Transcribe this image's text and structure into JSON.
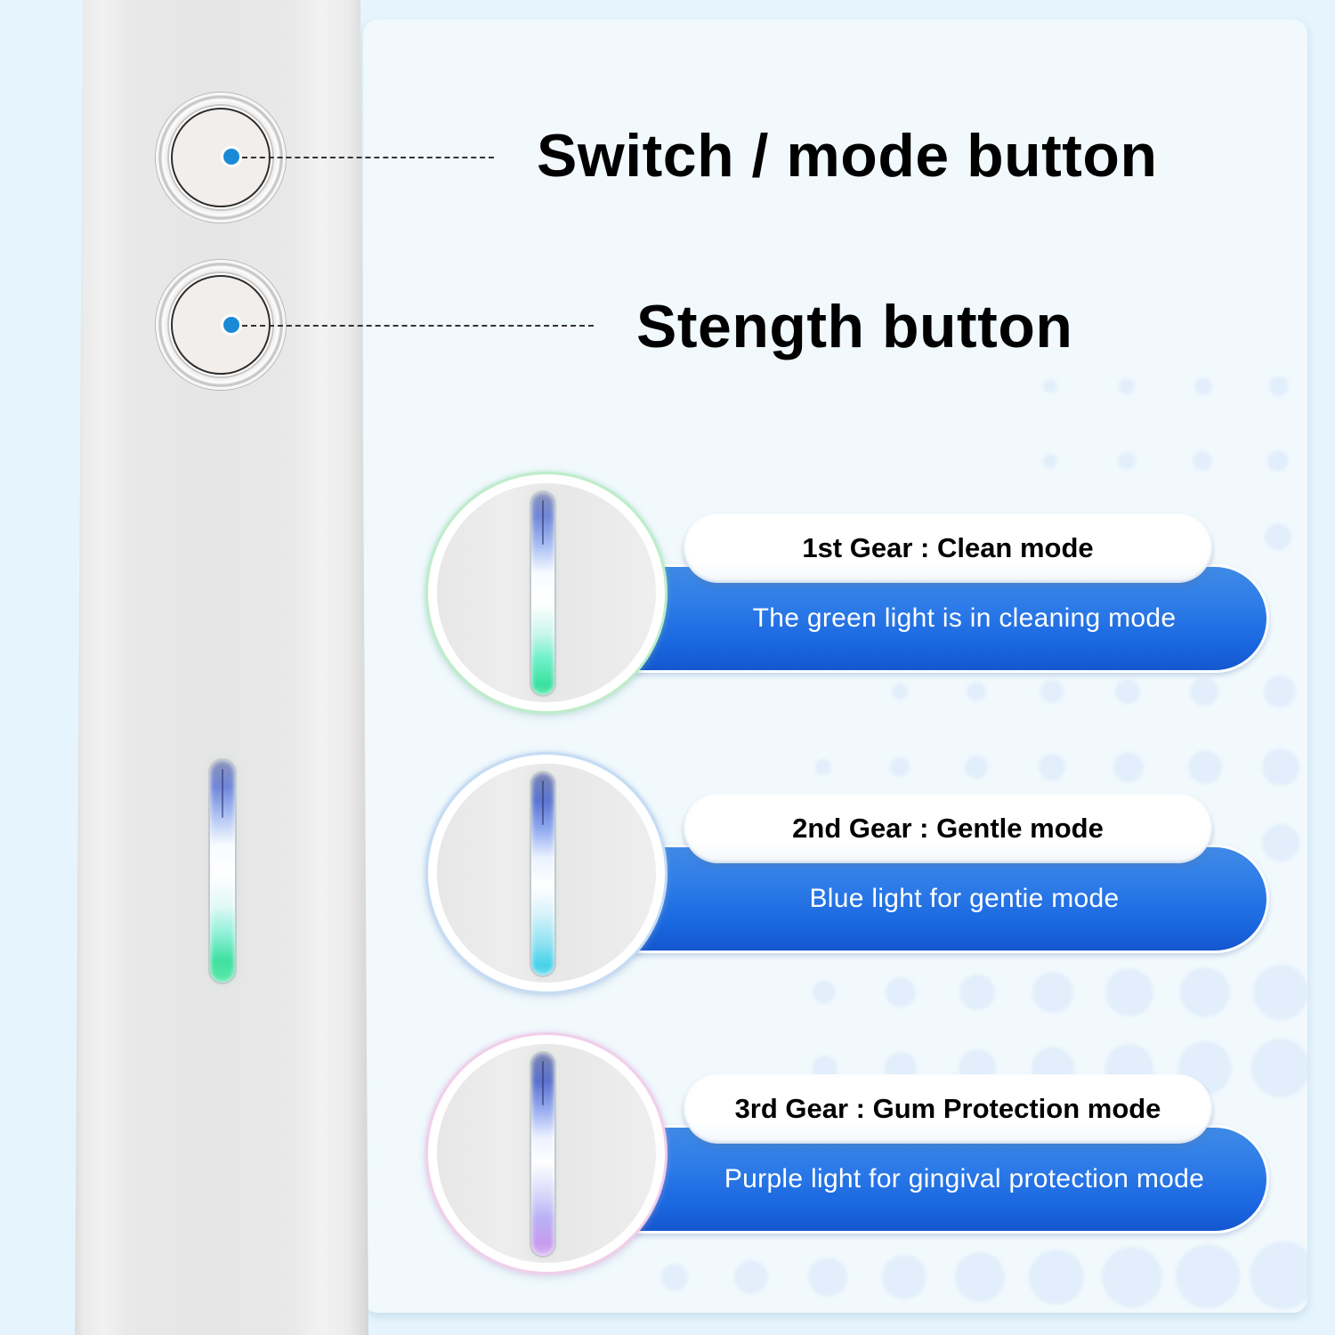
{
  "callouts": {
    "switch_button": {
      "label": "Switch / mode button"
    },
    "strength_button": {
      "label": "Stength button"
    }
  },
  "gears": [
    {
      "title": "1st Gear : Clean mode",
      "description": "The green light is in cleaning mode",
      "light_color": "green",
      "ring_color": "#bfeccb"
    },
    {
      "title": "2nd Gear : Gentle mode",
      "description": "Blue light for gentie mode",
      "light_color": "blue",
      "ring_color": "#c6dcf4"
    },
    {
      "title": "3rd Gear : Gum Protection mode",
      "description": "Purple light for gingival protection mode",
      "light_color": "purple",
      "ring_color": "#f1cfe9"
    }
  ],
  "colors": {
    "indicator_dot": "#1a8ad6",
    "bar_blue": "#1a67e0",
    "background": "#e6f5fd",
    "card": "#f1f9fd"
  }
}
